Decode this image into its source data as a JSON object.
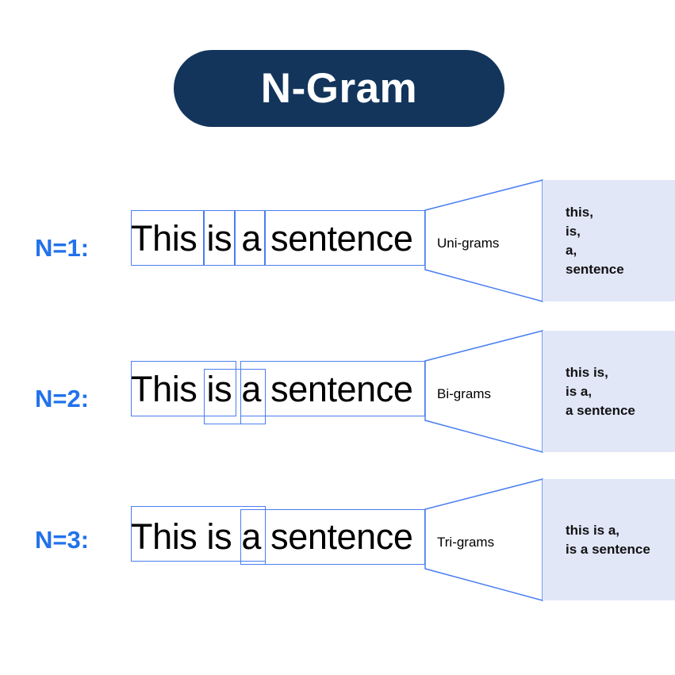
{
  "title": {
    "text": "N-Gram",
    "pill_color": "#13355C",
    "text_color": "#FFFFFF"
  },
  "colors": {
    "accent_blue": "#2272EB",
    "box_stroke": "#4A7EF0",
    "panel_bg": "#E2E7F8",
    "text": "#000000"
  },
  "sentence": {
    "words": [
      "This",
      "is",
      "a",
      "sentence"
    ],
    "full_text": "This is a sentence"
  },
  "rows": [
    {
      "label": "N=1:",
      "n": 1,
      "gram_label": "Uni-grams",
      "tokens": [
        "This",
        "is",
        "a",
        "sentence"
      ],
      "outputs": [
        "this,",
        "is,",
        "a,",
        "sentence"
      ]
    },
    {
      "label": "N=2:",
      "n": 2,
      "gram_label": "Bi-grams",
      "tokens": [
        "This is",
        "is a",
        "a sentence"
      ],
      "outputs": [
        "this is,",
        "is a,",
        "a sentence"
      ]
    },
    {
      "label": "N=3:",
      "n": 3,
      "gram_label": "Tri-grams",
      "tokens": [
        "This is a",
        "is a sentence"
      ],
      "outputs": [
        "this is a,",
        "is a sentence"
      ]
    }
  ]
}
